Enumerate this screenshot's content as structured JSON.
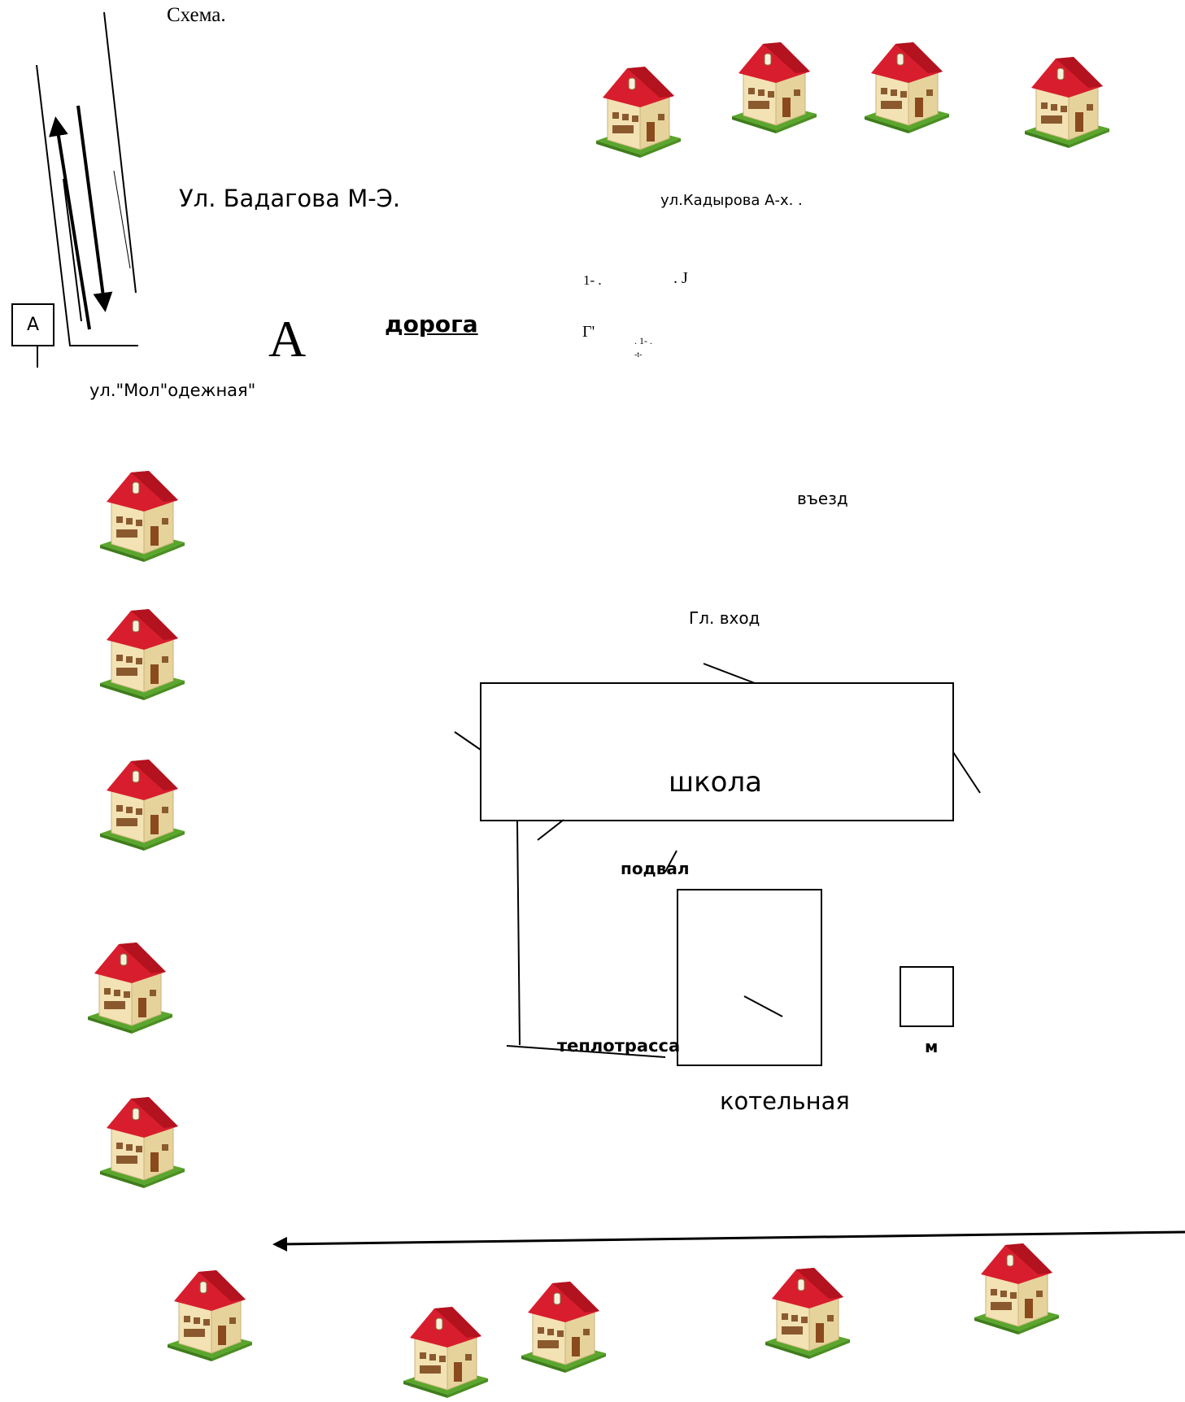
{
  "title": "Схема.",
  "streets": {
    "badagova": "Ул. Бадагова М-Э.",
    "kadyrova": "ул.Кадырова А-х.  .",
    "molodezhnaya": "ул.\"Мол\"одежная\""
  },
  "road_label": "дорога",
  "big_letter": "A",
  "box_letter": "A",
  "noise_marks": [
    "1- .",
    ". J",
    "Г'",
    ". 1- .",
    "-t-"
  ],
  "labels": {
    "entry": "въезд",
    "main_entrance": "Гл. вход",
    "school": "школа",
    "basement": "подвал",
    "heating_main": "теплотрасса",
    "boiler_house": "котельная",
    "m": "м"
  },
  "icons": {
    "house": "house-icon",
    "arrow": "arrow-icon"
  },
  "colors": {
    "roof": "#d81e2e",
    "wall": "#f2e2b4",
    "grass": "#5aa62c",
    "door": "#8a4a1e"
  }
}
